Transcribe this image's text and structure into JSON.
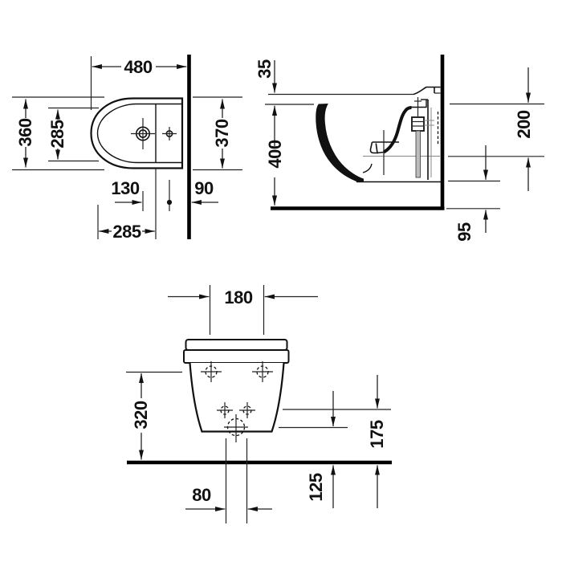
{
  "drawing": {
    "type": "technical-dimension-drawing",
    "subject": "wall-hung bidet",
    "unit_labels_visible": false,
    "colors": {
      "line": "#111111",
      "background": "#ffffff",
      "rod_fill": "#bdbdbd"
    },
    "plan": {
      "dim_overall_depth": "480",
      "dim_overall_width": "360",
      "dim_inner_width": "285",
      "dim_width_at_wall": "370",
      "dim_tap_to_hole": "130",
      "dim_hole_to_wall": "90",
      "dim_tap_depth": "285"
    },
    "side": {
      "dim_rim_step": "35",
      "dim_rim_height": "400",
      "dim_rim_to_outlet": "200",
      "dim_underside_gap": "95"
    },
    "rear": {
      "dim_fixing_centres": "180",
      "dim_fixing_height": "320",
      "dim_lower_fixings_height": "175",
      "dim_outlet_height": "125",
      "dim_outlet_width": "80"
    }
  }
}
